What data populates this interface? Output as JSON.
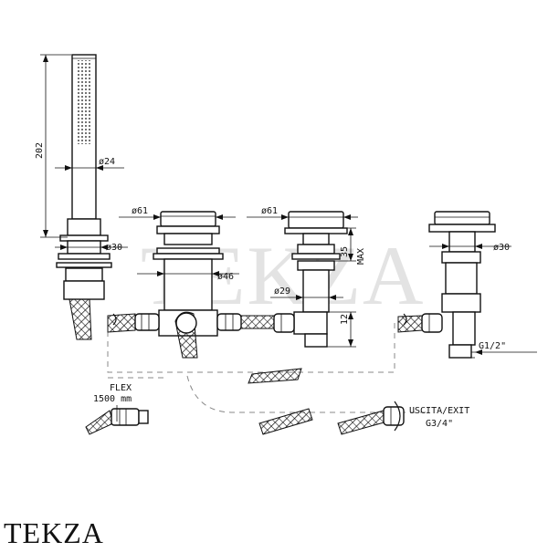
{
  "watermark": "TEKZA",
  "brand": "TEKZA",
  "labels": {
    "handshower_height": "202",
    "handshower_diam": "ø24",
    "base_diam_left": "ø30",
    "valve1_top_diam": "ø61",
    "valve1_body_diam": "ø46",
    "valve2_top_diam": "ø61",
    "valve2_stem_diam": "ø29",
    "dim_35": "35",
    "dim_max": "MAX",
    "dim_12": "12",
    "spout_diam": "ø30",
    "thread": "G1/2\"",
    "flex_title": "FLEX",
    "flex_len": "1500 mm",
    "exit_title": "USCITA/EXIT",
    "exit_thread": "G3/4\""
  },
  "colors": {
    "line": "#111111",
    "watermark": "#e3e3e3",
    "dashed": "#888888"
  }
}
